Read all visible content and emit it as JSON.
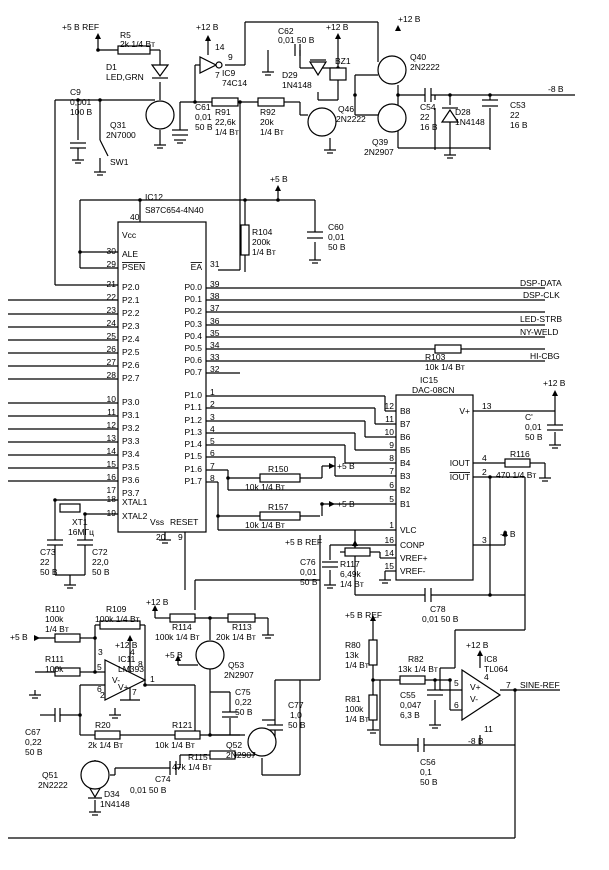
{
  "supply": {
    "ref5": "+5 B REF",
    "p12": "+12 B",
    "m8": "-8 B",
    "p5": "+5 B"
  },
  "parts": {
    "R5": [
      "R5",
      "2k 1/4 Bт"
    ],
    "D1": [
      "D1",
      "LED,GRN"
    ],
    "C9": [
      "C9",
      "0,001",
      "100 B"
    ],
    "Q31": [
      "Q31",
      "2N7000"
    ],
    "SW1": [
      "SW1"
    ],
    "IC9": [
      "14",
      "9",
      "7",
      "IC9",
      "74C14"
    ],
    "C61": [
      "C61",
      "0,01",
      "50 B"
    ],
    "R91": [
      "R91",
      "22,6k",
      "1/4 Bт"
    ],
    "R92": [
      "R92",
      "20k",
      "1/4 Bт"
    ],
    "C62": [
      "C62",
      "0,01 50 B"
    ],
    "D29": [
      "D29",
      "1N4148"
    ],
    "BZ1": [
      "BZ1"
    ],
    "Q46": [
      "Q46",
      "2N2222"
    ],
    "Q40": [
      "Q40",
      "2N2222"
    ],
    "Q39": [
      "Q39",
      "2N2907"
    ],
    "C54": [
      "C54",
      "22",
      "16 B"
    ],
    "D28": [
      "D28",
      "1N4148"
    ],
    "C53": [
      "C53",
      "22",
      "16 B"
    ],
    "IC12": [
      "IC12",
      "S87C654-4N40",
      "Vcc",
      "Vss",
      "RESET"
    ],
    "R104": [
      "R104",
      "200k",
      "1/4 Bт"
    ],
    "C60": [
      "C60",
      "0,01",
      "50 B"
    ],
    "R103": [
      "R103",
      "10k 1/4 Bт"
    ],
    "IC15": [
      "IC15",
      "DAC-08CN"
    ],
    "C_dac": [
      "C'",
      "0,01",
      "50 B"
    ],
    "R116": [
      "R116",
      "470 1/4 Bт"
    ],
    "R150": [
      "R150",
      "10k 1/4 Bт"
    ],
    "R157": [
      "R157",
      "10k 1/4 Bт"
    ],
    "R117": [
      "R117",
      "6,49k",
      "1/4 Bт"
    ],
    "C76": [
      "C76",
      "0,01",
      "50 B"
    ],
    "C78": [
      "C78",
      "0,01 50 B"
    ],
    "XT1": [
      "XT1",
      "16MГц"
    ],
    "C73": [
      "C73",
      "22",
      "50 B"
    ],
    "C72": [
      "C72",
      "22,0",
      "50 B"
    ],
    "R110": [
      "R110",
      "100k",
      "1/4 Bт"
    ],
    "R109": [
      "R109",
      "100k 1/4 Bт"
    ],
    "R111": [
      "R111",
      "100k"
    ],
    "IC11": [
      "IC11",
      "LM393"
    ],
    "C67": [
      "C67",
      "0,22",
      "50 B"
    ],
    "R20": [
      "R20",
      "2k 1/4 Bт"
    ],
    "R114": [
      "R114",
      "100k 1/4 Bт"
    ],
    "R113": [
      "R113",
      "20k 1/4 Bт"
    ],
    "Q53": [
      "Q53",
      "2N2907"
    ],
    "C75": [
      "C75",
      "0,22",
      "50 B"
    ],
    "C77": [
      "C77",
      "1,0",
      "50 B"
    ],
    "R121": [
      "R121",
      "10k 1/4 Bт"
    ],
    "Q52": [
      "Q52",
      "2N2907"
    ],
    "R115": [
      "R115",
      "47k 1/4 Bт"
    ],
    "C74": [
      "C74",
      "0,01 50 B"
    ],
    "Q51": [
      "Q51",
      "2N2222"
    ],
    "D34": [
      "D34",
      "1N4148"
    ],
    "R80": [
      "R80",
      "13k",
      "1/4 Bт"
    ],
    "R81": [
      "R81",
      "100k",
      "1/4 Bт"
    ],
    "R82": [
      "R82",
      "13k 1/4 Bт"
    ],
    "C55": [
      "C55",
      "0,047",
      "6,3 B"
    ],
    "IC8": [
      "IC8",
      "TL064"
    ],
    "C56": [
      "C56",
      "0,1",
      "50 B"
    ]
  },
  "ic12_left": [
    [
      "30",
      "ALE"
    ],
    [
      "29",
      "PSEN"
    ],
    [
      "21",
      "P2.0"
    ],
    [
      "22",
      "P2.1"
    ],
    [
      "23",
      "P2.2"
    ],
    [
      "24",
      "P2.3"
    ],
    [
      "25",
      "P2.4"
    ],
    [
      "26",
      "P2.5"
    ],
    [
      "27",
      "P2.6"
    ],
    [
      "28",
      "P2.7"
    ],
    [
      "10",
      "P3.0"
    ],
    [
      "11",
      "P3.1"
    ],
    [
      "12",
      "P3.2"
    ],
    [
      "13",
      "P3.3"
    ],
    [
      "14",
      "P3.4"
    ],
    [
      "15",
      "P3.5"
    ],
    [
      "16",
      "P3.6"
    ],
    [
      "17",
      "P3.7"
    ],
    [
      "18",
      "XTAL1"
    ],
    [
      "19",
      "XTAL2"
    ]
  ],
  "ic12_right": [
    [
      "31",
      "EA"
    ],
    [
      "39",
      "P0.0"
    ],
    [
      "38",
      "P0.1"
    ],
    [
      "37",
      "P0.2"
    ],
    [
      "36",
      "P0.3"
    ],
    [
      "35",
      "P0.4"
    ],
    [
      "34",
      "P0.5"
    ],
    [
      "33",
      "P0.6"
    ],
    [
      "32",
      "P0.7"
    ],
    [
      "1",
      "P1.0"
    ],
    [
      "2",
      "P1.1"
    ],
    [
      "3",
      "P1.2"
    ],
    [
      "4",
      "P1.3"
    ],
    [
      "5",
      "P1.4"
    ],
    [
      "6",
      "P1.5"
    ],
    [
      "7",
      "P1.6"
    ],
    [
      "8",
      "P1.7"
    ]
  ],
  "ic12_misc": {
    "vcc_pin": "40",
    "vss_pin": "20",
    "reset_pin": "9"
  },
  "dac_left": [
    [
      "12",
      "B8"
    ],
    [
      "11",
      "B7"
    ],
    [
      "10",
      "B6"
    ],
    [
      "9",
      "B5"
    ],
    [
      "8",
      "B4"
    ],
    [
      "7",
      "B3"
    ],
    [
      "6",
      "B2"
    ],
    [
      "5",
      "B1"
    ],
    [
      "1",
      "VLC"
    ],
    [
      "16",
      "CONP"
    ],
    [
      "14",
      "VREF+"
    ],
    [
      "15",
      "VREF-"
    ]
  ],
  "dac_right": [
    [
      "13",
      "V+"
    ],
    [
      "4",
      "IOUT"
    ],
    [
      "2",
      "IOUT"
    ],
    [
      "3",
      ""
    ]
  ],
  "signals": [
    "DSP-DATA",
    "DSP-CLK",
    "LED-STRB",
    "NY-WELD",
    "HI-CBG",
    "SINE-REF"
  ],
  "op_pins": {
    "ic11": [
      "3",
      "4",
      "8",
      "2",
      "1",
      "5",
      "6",
      "7",
      "V-",
      "V+"
    ],
    "ic8": [
      "4",
      "5",
      "6",
      "7",
      "11",
      "V+",
      "V-"
    ]
  }
}
